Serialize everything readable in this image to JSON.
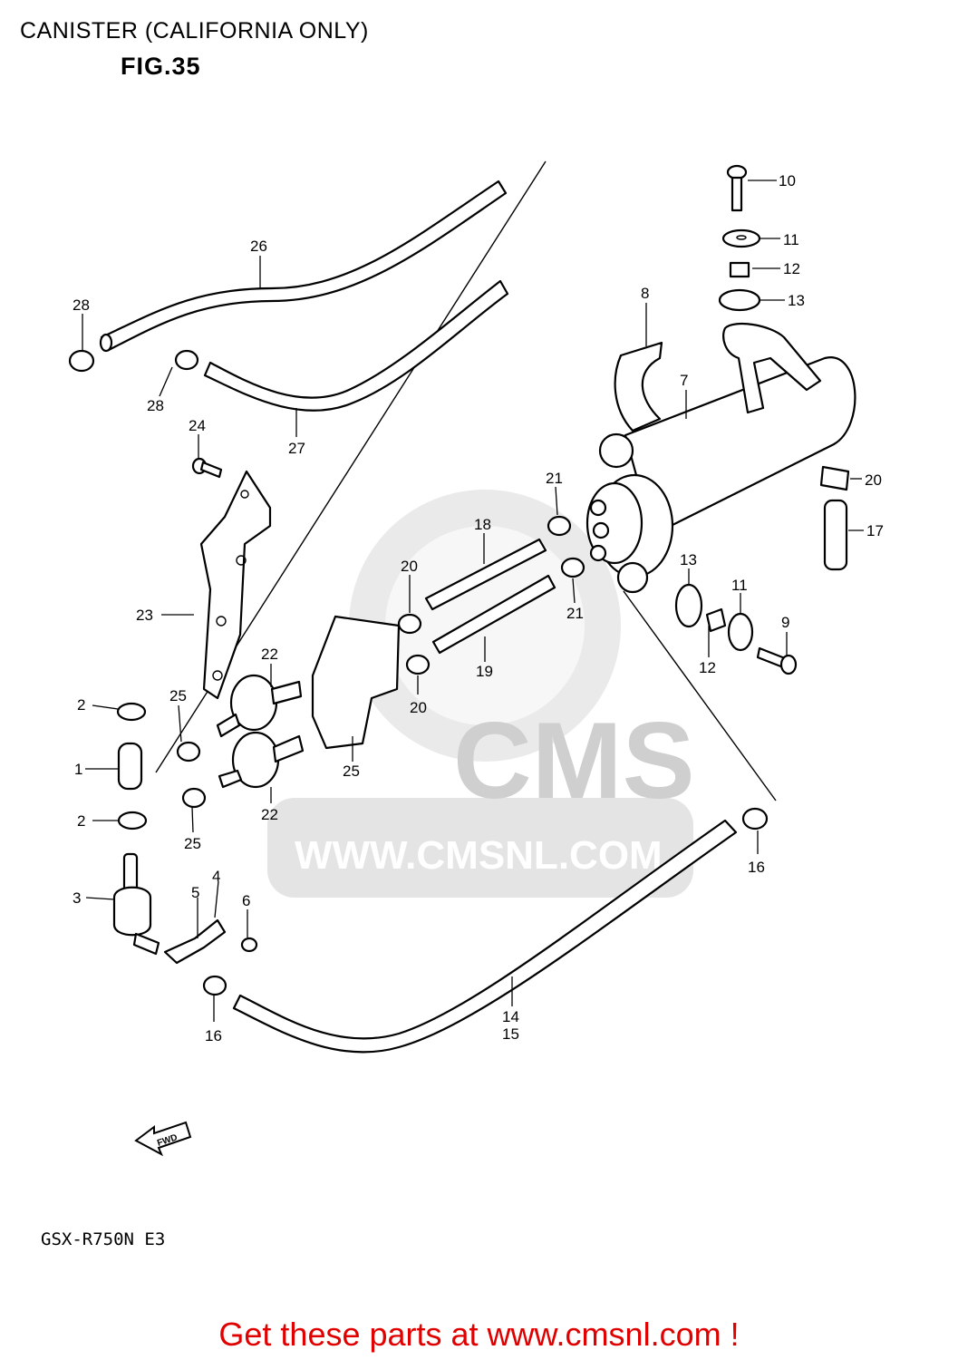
{
  "header": {
    "title": "CANISTER (CALIFORNIA ONLY)",
    "figure": "FIG.35"
  },
  "footer": {
    "model": "GSX-R750N E3",
    "cta": "Get these parts at www.cmsnl.com !"
  },
  "watermark": {
    "brand": "CMS",
    "url": "WWW.CMSNL.COM"
  },
  "fwd_arrow": "FWD",
  "callouts": [
    "1",
    "2",
    "2",
    "3",
    "4",
    "5",
    "6",
    "7",
    "8",
    "9",
    "10",
    "11",
    "11",
    "12",
    "12",
    "13",
    "13",
    "14",
    "15",
    "16",
    "16",
    "17",
    "18",
    "19",
    "20",
    "20",
    "20",
    "21",
    "21",
    "22",
    "22",
    "23",
    "24",
    "25",
    "25",
    "25",
    "26",
    "27",
    "28",
    "28"
  ]
}
